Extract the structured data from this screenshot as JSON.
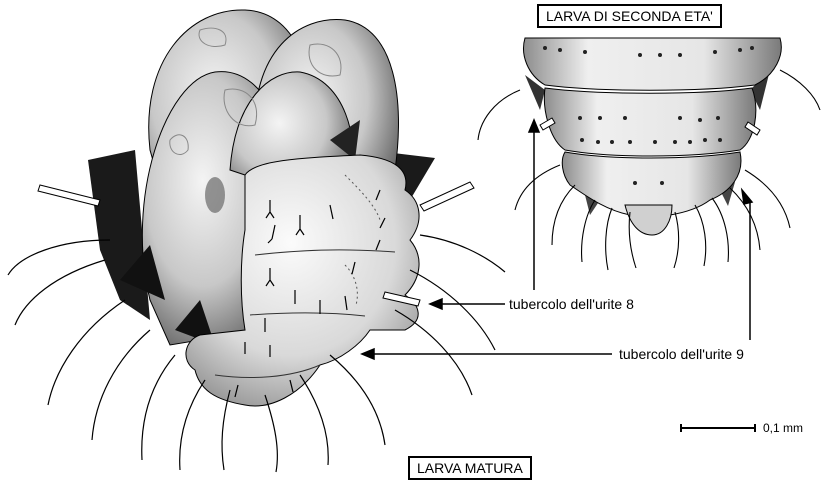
{
  "labels": {
    "second_instar": "LARVA DI SECONDA ETA'",
    "mature": "LARVA MATURA"
  },
  "callouts": {
    "tubercle_8": "tubercolo dell'urite 8",
    "tubercle_9": "tubercolo dell'urite 9"
  },
  "scale_bar": {
    "label": "0,1 mm"
  },
  "colors": {
    "ink": "#000000",
    "body_shade": "#cfcfcf",
    "body_light": "#f2f2f2",
    "dark_shadow": "#1a1a1a"
  }
}
